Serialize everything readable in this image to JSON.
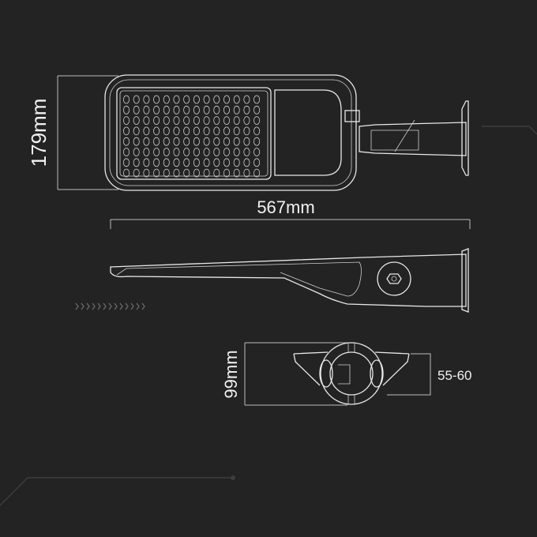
{
  "dimensions": {
    "height": "179mm",
    "length": "567mm",
    "depth": "99mm",
    "pole_diameter": "55-60"
  },
  "colors": {
    "background": "#232323",
    "line": "#e8e8e8",
    "dimension_tick": "#a02020"
  },
  "led_grid": {
    "columns": 14,
    "rows": 8
  }
}
